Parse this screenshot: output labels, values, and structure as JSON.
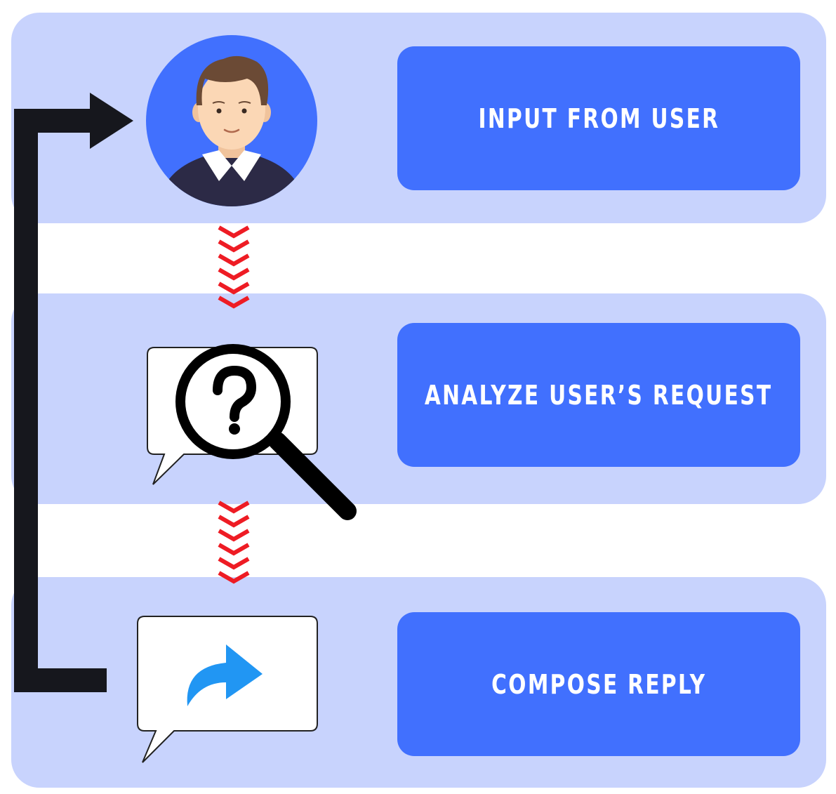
{
  "steps": [
    {
      "label": "INPUT FROM USER",
      "icon": "user-avatar-icon"
    },
    {
      "label": "ANALYZE USER’S REQUEST",
      "icon": "magnifier-question-icon"
    },
    {
      "label": "COMPOSE REPLY",
      "icon": "reply-arrow-icon"
    }
  ],
  "colors": {
    "band": "#c8d3fd",
    "label_box": "#4170fe",
    "label_text": "#ffffff",
    "loop_arrow": "#16171d",
    "chevrons": "#ee1c24",
    "avatar_bg": "#4170fe",
    "reply_arrow": "#2196f3"
  }
}
